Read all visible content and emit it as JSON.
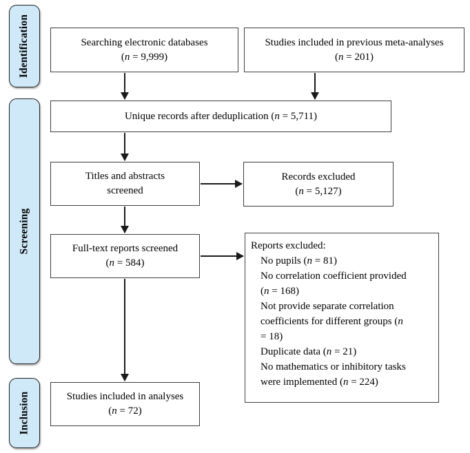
{
  "colors": {
    "page_bg": "#ffffff",
    "stage_fill": "#cfe9f8",
    "stage_border": "#1f1f1f",
    "box_border": "#3d3d3d",
    "arrow": "#1a1a1a",
    "text": "#000000"
  },
  "stages": [
    {
      "label": "Identification"
    },
    {
      "label": "Screening"
    },
    {
      "label": "Inclusion"
    }
  ],
  "boxes": {
    "searching": "Searching electronic databases\n(n = 9,999)",
    "previous_meta": "Studies included in previous meta-analyses\n(n = 201)",
    "unique_records": "Unique records after deduplication (n = 5,711)",
    "titles_abstracts": "Titles and abstracts\nscreened",
    "records_excluded": "Records excluded\n(n = 5,127)",
    "fulltext_screened": "Full-text reports screened\n(n = 584)",
    "reports_excluded": {
      "heading": "Reports excluded:",
      "items": [
        "No pupils (n = 81)",
        "No correlation coefficient provided\n(n = 168)",
        "Not provide separate correlation\ncoefficients for different groups (n\n= 18)",
        "Duplicate data (n = 21)",
        "No mathematics or inhibitory tasks\nwere implemented (n = 224)"
      ]
    },
    "included_analyses": "Studies included in analyses\n(n = 72)"
  }
}
